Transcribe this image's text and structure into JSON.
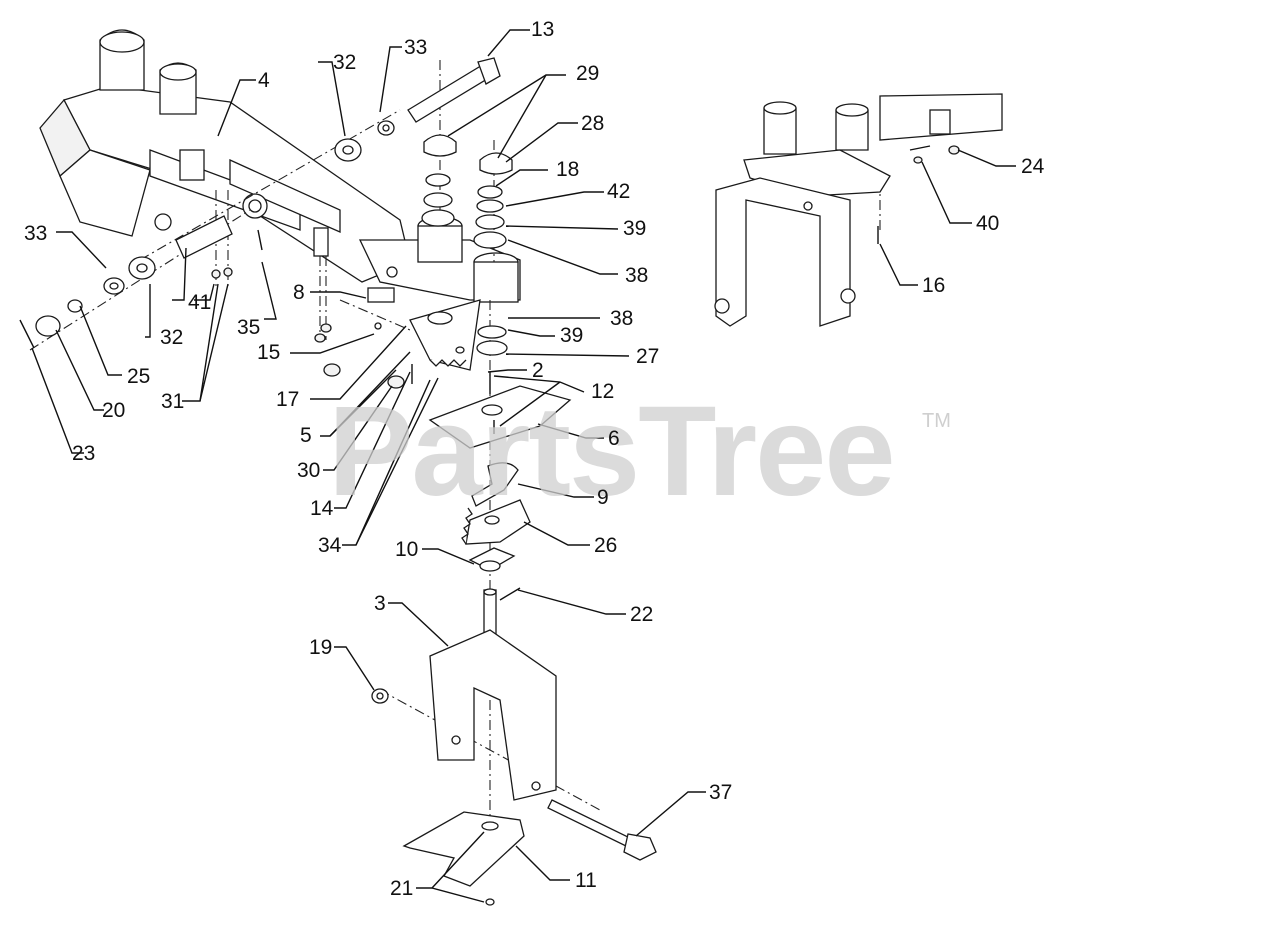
{
  "watermark": {
    "text": "PartsTree",
    "tm": "TM"
  },
  "callouts": [
    {
      "id": "13",
      "label": "13"
    },
    {
      "id": "33a",
      "label": "33"
    },
    {
      "id": "32a",
      "label": "32"
    },
    {
      "id": "29",
      "label": "29"
    },
    {
      "id": "4",
      "label": "4"
    },
    {
      "id": "28",
      "label": "28"
    },
    {
      "id": "18",
      "label": "18"
    },
    {
      "id": "42",
      "label": "42"
    },
    {
      "id": "39a",
      "label": "39"
    },
    {
      "id": "38a",
      "label": "38"
    },
    {
      "id": "33b",
      "label": "33"
    },
    {
      "id": "8",
      "label": "8"
    },
    {
      "id": "41",
      "label": "41"
    },
    {
      "id": "32b",
      "label": "32"
    },
    {
      "id": "35",
      "label": "35"
    },
    {
      "id": "38b",
      "label": "38"
    },
    {
      "id": "15",
      "label": "15"
    },
    {
      "id": "39b",
      "label": "39"
    },
    {
      "id": "27",
      "label": "27"
    },
    {
      "id": "25",
      "label": "25"
    },
    {
      "id": "2",
      "label": "2"
    },
    {
      "id": "17",
      "label": "17"
    },
    {
      "id": "12",
      "label": "12"
    },
    {
      "id": "31",
      "label": "31"
    },
    {
      "id": "20",
      "label": "20"
    },
    {
      "id": "5",
      "label": "5"
    },
    {
      "id": "6",
      "label": "6"
    },
    {
      "id": "30",
      "label": "30"
    },
    {
      "id": "23",
      "label": "23"
    },
    {
      "id": "9",
      "label": "9"
    },
    {
      "id": "14",
      "label": "14"
    },
    {
      "id": "26",
      "label": "26"
    },
    {
      "id": "34",
      "label": "34"
    },
    {
      "id": "10",
      "label": "10"
    },
    {
      "id": "3",
      "label": "3"
    },
    {
      "id": "22",
      "label": "22"
    },
    {
      "id": "19",
      "label": "19"
    },
    {
      "id": "37",
      "label": "37"
    },
    {
      "id": "11",
      "label": "11"
    },
    {
      "id": "21",
      "label": "21"
    },
    {
      "id": "24",
      "label": "24"
    },
    {
      "id": "40",
      "label": "40"
    },
    {
      "id": "16",
      "label": "16"
    }
  ]
}
